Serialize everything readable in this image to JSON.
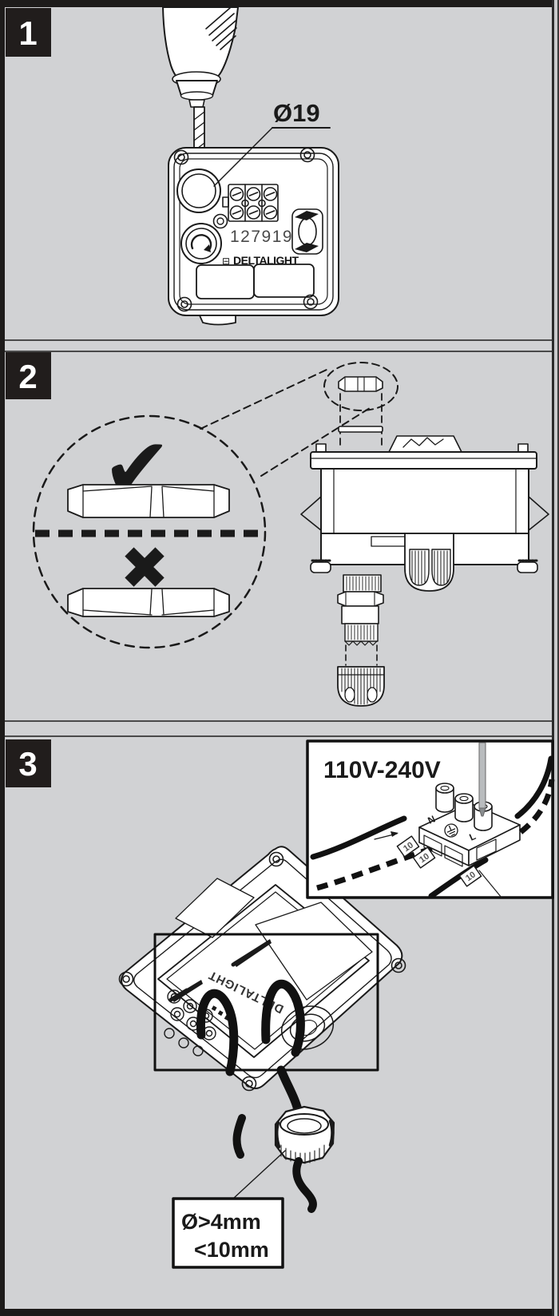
{
  "colors": {
    "page_bg": "#d1d2d4",
    "frame": "#1d1b1a",
    "line_art": "#1a1a1a",
    "badge_bg": "#211d1c",
    "badge_fg": "#ffffff",
    "inset_bg": "#ffffff",
    "screwdriver_gray": "#b9bcbe"
  },
  "steps": [
    {
      "number": "1"
    },
    {
      "number": "2"
    },
    {
      "number": "3"
    }
  ],
  "step1": {
    "drill_hole_label": "Ø19",
    "product_code": "127919",
    "brand_mark": "⊟",
    "brand_name": "DELTALIGHT"
  },
  "step2": {
    "correct_icon": "✔",
    "wrong_icon": "✖"
  },
  "step3": {
    "voltage_range": "110V-240V",
    "terminal_neutral": "N",
    "terminal_live": "L",
    "strip_length_tags": [
      "10",
      "10",
      "10"
    ],
    "brand_name": "DELTALIGHT",
    "cable_diameter_min": "Ø>4mm",
    "cable_diameter_max": "<10mm"
  }
}
